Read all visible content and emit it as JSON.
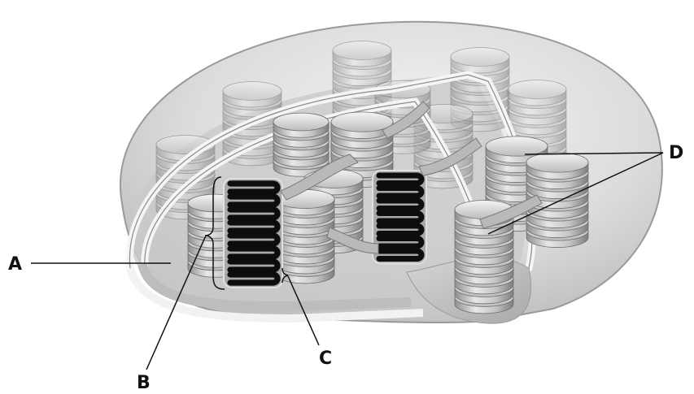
{
  "labels": {
    "a": "A",
    "b": "B",
    "c": "C",
    "d": "D"
  },
  "colors": {
    "outer_membrane": "#d9d9d9",
    "inner_band": "#f2f2f2",
    "stroma": "#cfcfcf",
    "disc_light": "#e6e6e6",
    "disc_dark": "#7a7a7a",
    "lumen_cut": "#0d0d0d",
    "leader_line": "#111111"
  }
}
